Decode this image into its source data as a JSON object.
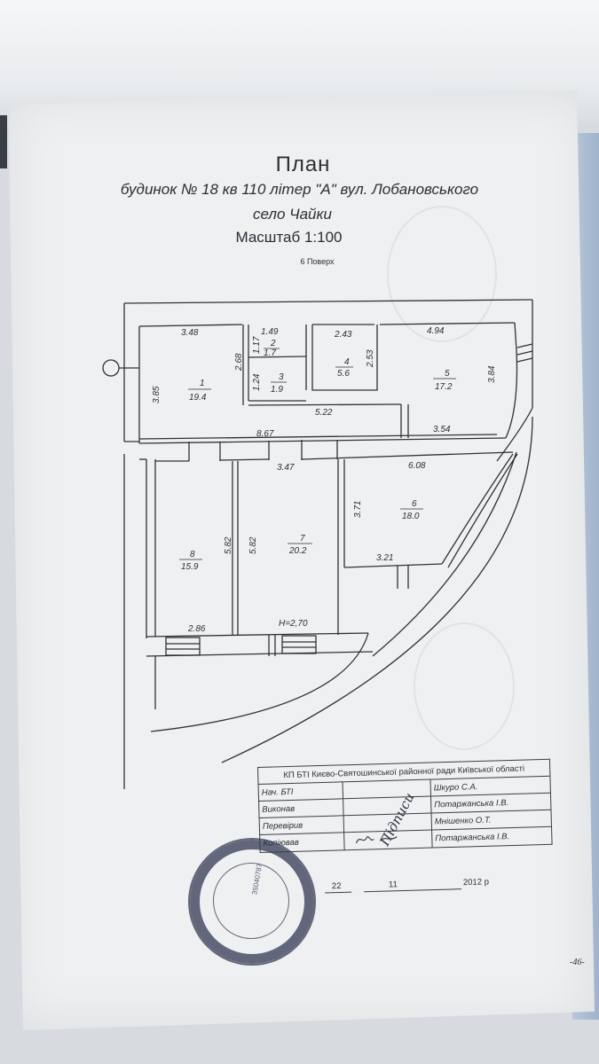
{
  "header": {
    "title": "План",
    "address": "будинок № 18 кв 110 літер \"А\"  вул. Лобановського",
    "village": "село Чайки",
    "scale": "Масштаб 1:100",
    "floor": "6 Поверх"
  },
  "plan": {
    "dimensions": {
      "d_348": "3.48",
      "d_149": "1.49",
      "d_117": "1.17",
      "d_268": "2.68",
      "d_124": "1.24",
      "d_243": "2.43",
      "d_253": "2.53",
      "d_494": "4.94",
      "d_385": "3.85",
      "d_384": "3.84",
      "d_522": "5.22",
      "d_867": "8.67",
      "d_354": "3.54",
      "d_347": "3.47",
      "d_608": "6.08",
      "d_371": "3.71",
      "d_582a": "5.82",
      "d_582b": "5.82",
      "d_321": "3.21",
      "d_286": "2.86",
      "height": "H=2,70"
    },
    "rooms": [
      {
        "no": "1",
        "area": "19.4"
      },
      {
        "no": "2",
        "area": "1.7"
      },
      {
        "no": "3",
        "area": "1.9"
      },
      {
        "no": "4",
        "area": "5.6"
      },
      {
        "no": "5",
        "area": "17.2"
      },
      {
        "no": "6",
        "area": "18.0"
      },
      {
        "no": "7",
        "area": "20.2"
      },
      {
        "no": "8",
        "area": "15.9"
      }
    ]
  },
  "title_block": {
    "org": "КП БТІ Києво-Святошинської районної ради Київської області",
    "rows": [
      {
        "role": "Нач. БТІ",
        "name": "Шкуро С.А."
      },
      {
        "role": "Виконав",
        "name": "Потаржанська І.В."
      },
      {
        "role": "Перевірив",
        "name": "Мнішенко О.Т."
      },
      {
        "role": "Копіював",
        "name": "Потаржанська І.В."
      }
    ],
    "signatures_label": "Підписи",
    "date": {
      "day": "22",
      "month": "11",
      "year": "2012 р"
    }
  },
  "seal": {
    "code": "35040787"
  },
  "page_number": "-46-"
}
